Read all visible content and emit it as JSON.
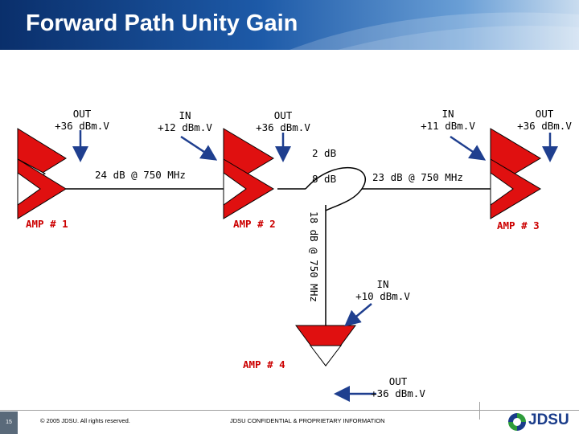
{
  "title": "Forward Path Unity Gain",
  "labels": {
    "amp1_out": [
      "OUT",
      "+36 dBm.V"
    ],
    "amp2_in": [
      "IN",
      "+12 dBm.V"
    ],
    "amp2_out": [
      "OUT",
      "+36 dBm.V"
    ],
    "amp3_in": [
      "IN",
      "+11 dBm.V"
    ],
    "amp3_out": [
      "OUT",
      "+36 dBm.V"
    ],
    "amp4_in": [
      "IN",
      "+10 dBm.V"
    ],
    "amp4_out": [
      "OUT",
      "+36 dBm.V"
    ]
  },
  "losses": {
    "span_1_2": "24 dB @ 750 MHz",
    "tap": "2 dB",
    "splitter": "8 dB",
    "span_to_3": "23 dB @ 750 MHz",
    "span_to_4": "18 dB @ 750 MHz"
  },
  "amps": {
    "amp1": "AMP # 1",
    "amp2": "AMP # 2",
    "amp3": "AMP # 3",
    "amp4": "AMP # 4"
  },
  "footer": {
    "page": "15",
    "copyright": "© 2005 JDSU. All rights reserved.",
    "confidential": "JDSU CONFIDENTIAL & PROPRIETARY INFORMATION",
    "logo": "JDSU"
  },
  "colors": {
    "amp_red": "#e01010",
    "arrow_blue": "#1f3f8f",
    "amp_label": "#cc0000",
    "title_bar": "#1d5aa8"
  }
}
